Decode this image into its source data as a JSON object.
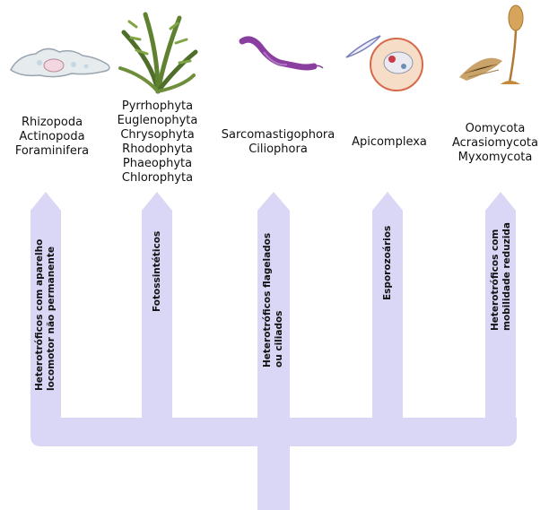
{
  "diagram": {
    "colors": {
      "branch": "#d9d7f5",
      "text": "#111111"
    },
    "groups": [
      {
        "id": "rhizopoda",
        "lines": [
          "Rhizopoda",
          "Actinopoda",
          "Foraminifera"
        ],
        "illustration": "amoeba-illustration"
      },
      {
        "id": "fotossinteticos",
        "lines": [
          "Pyrrhophyta",
          "Euglenophyta",
          "Chrysophyta",
          "Rhodophyta",
          "Phaeophyta",
          "Chlorophyta"
        ],
        "illustration": "seaweed-illustration"
      },
      {
        "id": "sarcomastigophora",
        "lines": [
          "Sarcomastigophora",
          "Ciliophora"
        ],
        "illustration": "trypanosome-illustration"
      },
      {
        "id": "apicomplexa",
        "lines": [
          "Apicomplexa"
        ],
        "illustration": "sporozoite-cell-illustration"
      },
      {
        "id": "oomycota",
        "lines": [
          "Oomycota",
          "Acrasiomycota",
          "Myxomycota"
        ],
        "illustration": "slime-mold-illustration"
      }
    ],
    "branch_labels": [
      {
        "id": "rhizopoda",
        "lines": [
          "Heterotróficos com aparelho",
          "locomotor não permanente"
        ]
      },
      {
        "id": "fotossinteticos",
        "lines": [
          "Fotossintéticos"
        ]
      },
      {
        "id": "sarcomastigophora",
        "lines": [
          "Heterotróficos flagelados",
          "ou ciliados"
        ]
      },
      {
        "id": "apicomplexa",
        "lines": [
          "Esporozoários"
        ]
      },
      {
        "id": "oomycota",
        "lines": [
          "Heterotróficos com",
          "mobilidade reduzida"
        ]
      }
    ]
  }
}
